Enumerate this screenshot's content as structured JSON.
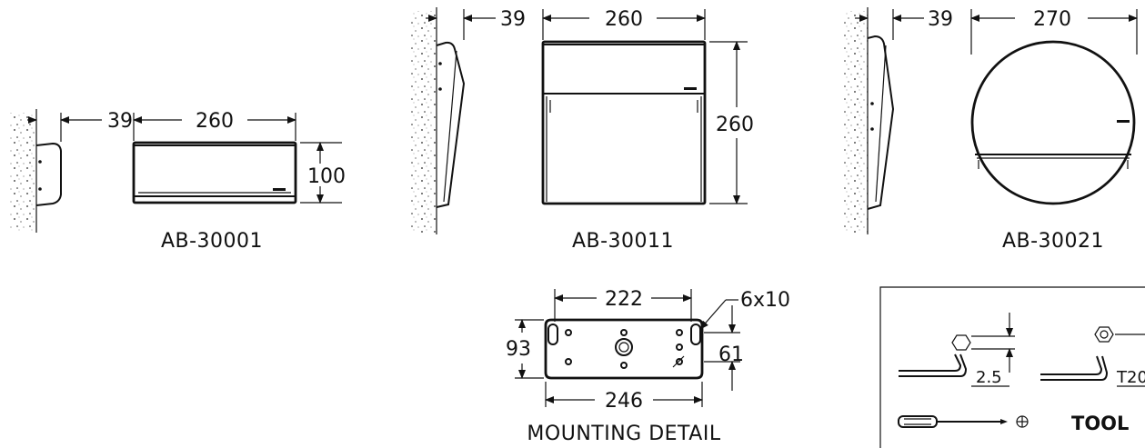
{
  "units": {
    "ab30001": {
      "model": "AB-30001",
      "depth": "39",
      "width": "260",
      "height": "100"
    },
    "ab30011": {
      "model": "AB-30011",
      "depth": "39",
      "width": "260",
      "height": "260"
    },
    "ab30021": {
      "model": "AB-30021",
      "depth": "39",
      "width": "270"
    }
  },
  "mounting": {
    "title": "MOUNTING DETAIL",
    "top_width": "222",
    "hole_size": "6x10",
    "height": "93",
    "hole_spacing": "61",
    "bottom_width": "246"
  },
  "tools": {
    "title": "TOOL",
    "hex_key": "2.5",
    "torx_key": "T20"
  }
}
